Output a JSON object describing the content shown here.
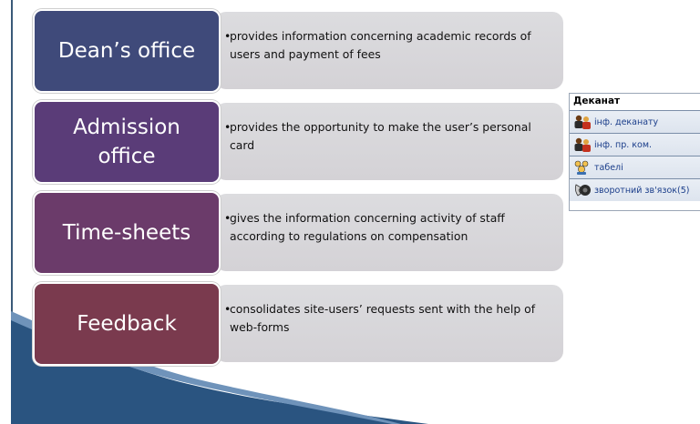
{
  "rows": [
    {
      "label": "Dean’s office",
      "color": "#3f4a7a",
      "text": "provides information concerning academic records of users and payment of fees"
    },
    {
      "label": "Admission office",
      "color": "#5a3c78",
      "text": "provides the opportunity to make the user’s personal card"
    },
    {
      "label": "Time-sheets",
      "color": "#6b3b6a",
      "text": "gives the information concerning activity of staff according to regulations on compensation"
    },
    {
      "label": "Feedback",
      "color": "#7a3a4e",
      "text": "consolidates site-users’ requests sent with the help of web-forms"
    }
  ],
  "menu": {
    "title": "Деканат",
    "items": [
      {
        "label": "інф. деканату",
        "icon": "people-icon"
      },
      {
        "label": "інф. пр. ком.",
        "icon": "people-icon"
      },
      {
        "label": "табелі",
        "icon": "group-icon"
      },
      {
        "label": "зворотний зв'язок(5)",
        "icon": "phone-icon"
      }
    ]
  },
  "colors": {
    "accent_rule": "#3a5a78",
    "swoosh": "#2f5d8c",
    "menu_link": "#1a3d8a"
  }
}
